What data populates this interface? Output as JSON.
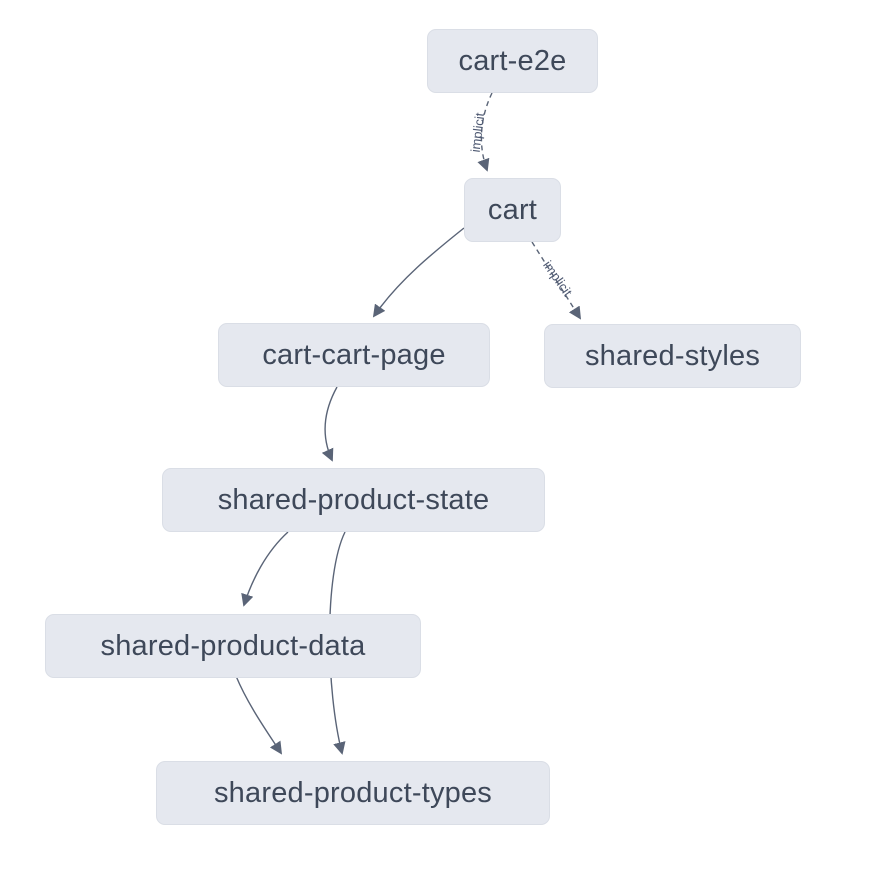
{
  "diagram": {
    "kind": "project-dependency-graph",
    "nodes": [
      {
        "id": "cart-e2e",
        "label": "cart-e2e"
      },
      {
        "id": "cart",
        "label": "cart"
      },
      {
        "id": "cart-cart-page",
        "label": "cart-cart-page"
      },
      {
        "id": "shared-styles",
        "label": "shared-styles"
      },
      {
        "id": "shared-product-state",
        "label": "shared-product-state"
      },
      {
        "id": "shared-product-data",
        "label": "shared-product-data"
      },
      {
        "id": "shared-product-types",
        "label": "shared-product-types"
      }
    ],
    "edges": [
      {
        "from": "cart-e2e",
        "to": "cart",
        "style": "dashed",
        "label": "implicit"
      },
      {
        "from": "cart",
        "to": "cart-cart-page",
        "style": "solid",
        "label": ""
      },
      {
        "from": "cart",
        "to": "shared-styles",
        "style": "dashed",
        "label": "implicit"
      },
      {
        "from": "cart-cart-page",
        "to": "shared-product-state",
        "style": "solid",
        "label": ""
      },
      {
        "from": "shared-product-state",
        "to": "shared-product-data",
        "style": "solid",
        "label": ""
      },
      {
        "from": "shared-product-state",
        "to": "shared-product-types",
        "style": "solid",
        "label": ""
      },
      {
        "from": "shared-product-data",
        "to": "shared-product-types",
        "style": "solid",
        "label": ""
      }
    ],
    "colors": {
      "background": "#ffffff",
      "node_fill": "#e5e8ef",
      "node_border": "#dadee6",
      "node_text": "#3e4859",
      "edge": "#5a6477",
      "edge_label": "#4d5871"
    }
  }
}
